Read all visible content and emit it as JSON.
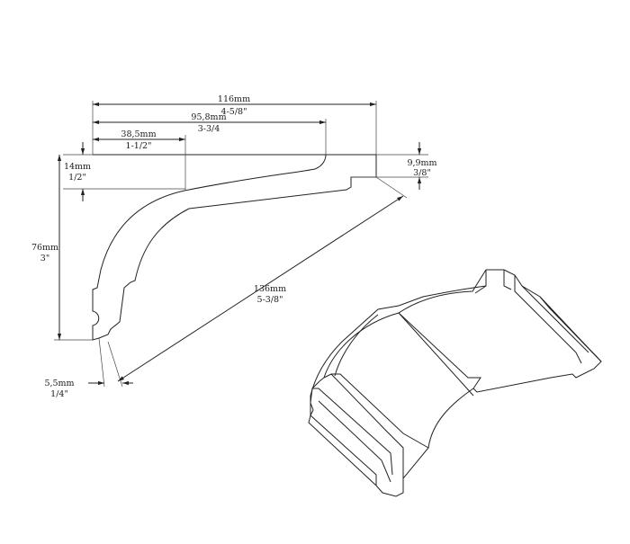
{
  "dimensions": {
    "width_total": {
      "mm": "116mm",
      "in": "4-5/8\""
    },
    "width_mid": {
      "mm": "95,8mm",
      "in": "3-3/4"
    },
    "width_small": {
      "mm": "38,5mm",
      "in": "1-1/2\""
    },
    "depth_top": {
      "mm": "14mm",
      "in": "1/2\""
    },
    "height": {
      "mm": "76mm",
      "in": "3\""
    },
    "top_right": {
      "mm": "9,9mm",
      "in": "3/8\""
    },
    "diagonal": {
      "mm": "136mm",
      "in": "5-3/8\""
    },
    "bottom_left": {
      "mm": "5,5mm",
      "in": "1/4\""
    }
  }
}
